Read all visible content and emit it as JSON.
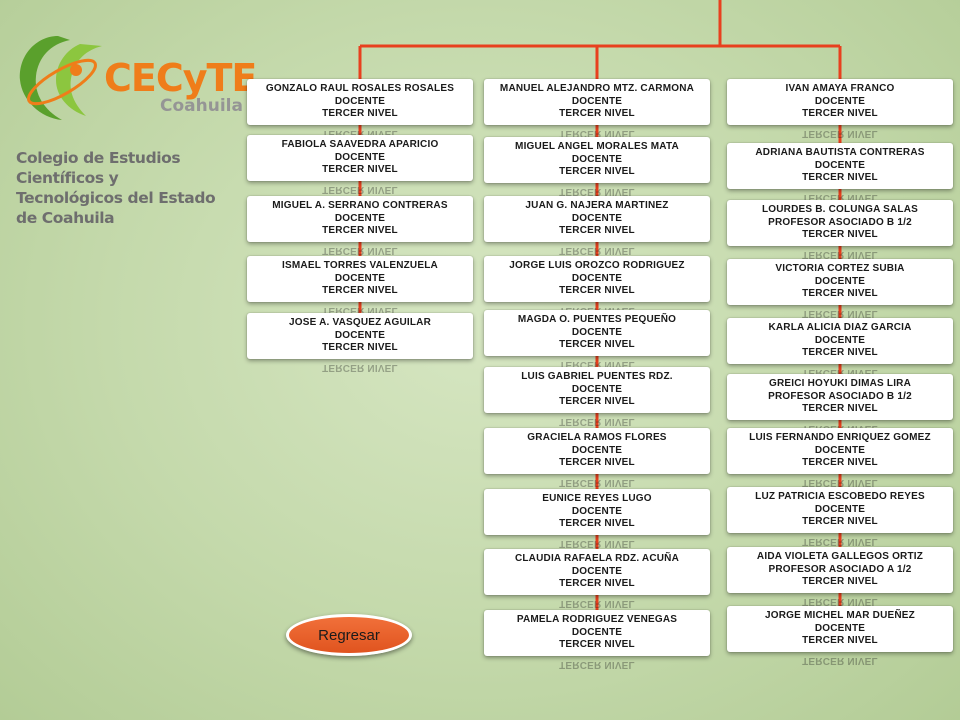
{
  "brand": {
    "name": "CECyTE",
    "region": "Coahuila",
    "full_name_line1": "Colegio de Estudios Científicos y",
    "full_name_line2": "Tecnológicos del Estado de Coahuila"
  },
  "colors": {
    "connector": "#e8401e",
    "button": "#e8581f",
    "brand_orange": "#ef7d1a",
    "brand_green": "#5aa02c"
  },
  "back_button": {
    "label": "Regresar"
  },
  "reflection_text": "TERCER NIVEL",
  "columns": [
    {
      "cards": [
        {
          "name": "GONZALO RAUL ROSALES ROSALES",
          "role": "DOCENTE",
          "level": "TERCER NIVEL"
        },
        {
          "name": "FABIOLA SAAVEDRA APARICIO",
          "role": "DOCENTE",
          "level": "TERCER NIVEL"
        },
        {
          "name": "MIGUEL A. SERRANO CONTRERAS",
          "role": "DOCENTE",
          "level": "TERCER NIVEL"
        },
        {
          "name": "ISMAEL TORRES VALENZUELA",
          "role": "DOCENTE",
          "level": "TERCER NIVEL"
        },
        {
          "name": "JOSE A. VASQUEZ AGUILAR",
          "role": "DOCENTE",
          "level": "TERCER NIVEL"
        }
      ]
    },
    {
      "cards": [
        {
          "name": "MANUEL ALEJANDRO MTZ. CARMONA",
          "role": "DOCENTE",
          "level": "TERCER NIVEL"
        },
        {
          "name": "MIGUEL ANGEL MORALES MATA",
          "role": "DOCENTE",
          "level": "TERCER NIVEL"
        },
        {
          "name": "JUAN G. NAJERA MARTINEZ",
          "role": "DOCENTE",
          "level": "TERCER NIVEL"
        },
        {
          "name": "JORGE LUIS OROZCO RODRIGUEZ",
          "role": "DOCENTE",
          "level": "TERCER NIVEL"
        },
        {
          "name": "MAGDA O. PUENTES PEQUEÑO",
          "role": "DOCENTE",
          "level": "TERCER NIVEL"
        },
        {
          "name": "LUIS GABRIEL PUENTES RDZ.",
          "role": "DOCENTE",
          "level": "TERCER NIVEL"
        },
        {
          "name": "GRACIELA RAMOS FLORES",
          "role": "DOCENTE",
          "level": "TERCER NIVEL"
        },
        {
          "name": "EUNICE REYES LUGO",
          "role": "DOCENTE",
          "level": "TERCER NIVEL"
        },
        {
          "name": "CLAUDIA RAFAELA RDZ. ACUÑA",
          "role": "DOCENTE",
          "level": "TERCER NIVEL"
        },
        {
          "name": "PAMELA RODRIGUEZ VENEGAS",
          "role": "DOCENTE",
          "level": "TERCER NIVEL"
        }
      ]
    },
    {
      "cards": [
        {
          "name": "IVAN AMAYA FRANCO",
          "role": "DOCENTE",
          "level": "TERCER NIVEL"
        },
        {
          "name": "ADRIANA BAUTISTA CONTRERAS",
          "role": "DOCENTE",
          "level": "TERCER NIVEL"
        },
        {
          "name": "LOURDES B. COLUNGA SALAS",
          "role": "PROFESOR ASOCIADO B 1/2",
          "level": "TERCER NIVEL"
        },
        {
          "name": "VICTORIA CORTEZ SUBIA",
          "role": "DOCENTE",
          "level": "TERCER NIVEL"
        },
        {
          "name": "KARLA ALICIA DIAZ GARCIA",
          "role": "DOCENTE",
          "level": "TERCER NIVEL"
        },
        {
          "name": "GREICI HOYUKI DIMAS LIRA",
          "role": "PROFESOR ASOCIADO B 1/2",
          "level": "TERCER NIVEL"
        },
        {
          "name": "LUIS FERNANDO ENRIQUEZ GOMEZ",
          "role": "DOCENTE",
          "level": "TERCER NIVEL"
        },
        {
          "name": "LUZ PATRICIA ESCOBEDO REYES",
          "role": "DOCENTE",
          "level": "TERCER NIVEL"
        },
        {
          "name": "AIDA VIOLETA GALLEGOS ORTIZ",
          "role": "PROFESOR ASOCIADO A 1/2",
          "level": "TERCER NIVEL"
        },
        {
          "name": "JORGE MICHEL MAR DUEÑEZ",
          "role": "DOCENTE",
          "level": "TERCER NIVEL"
        }
      ]
    }
  ]
}
